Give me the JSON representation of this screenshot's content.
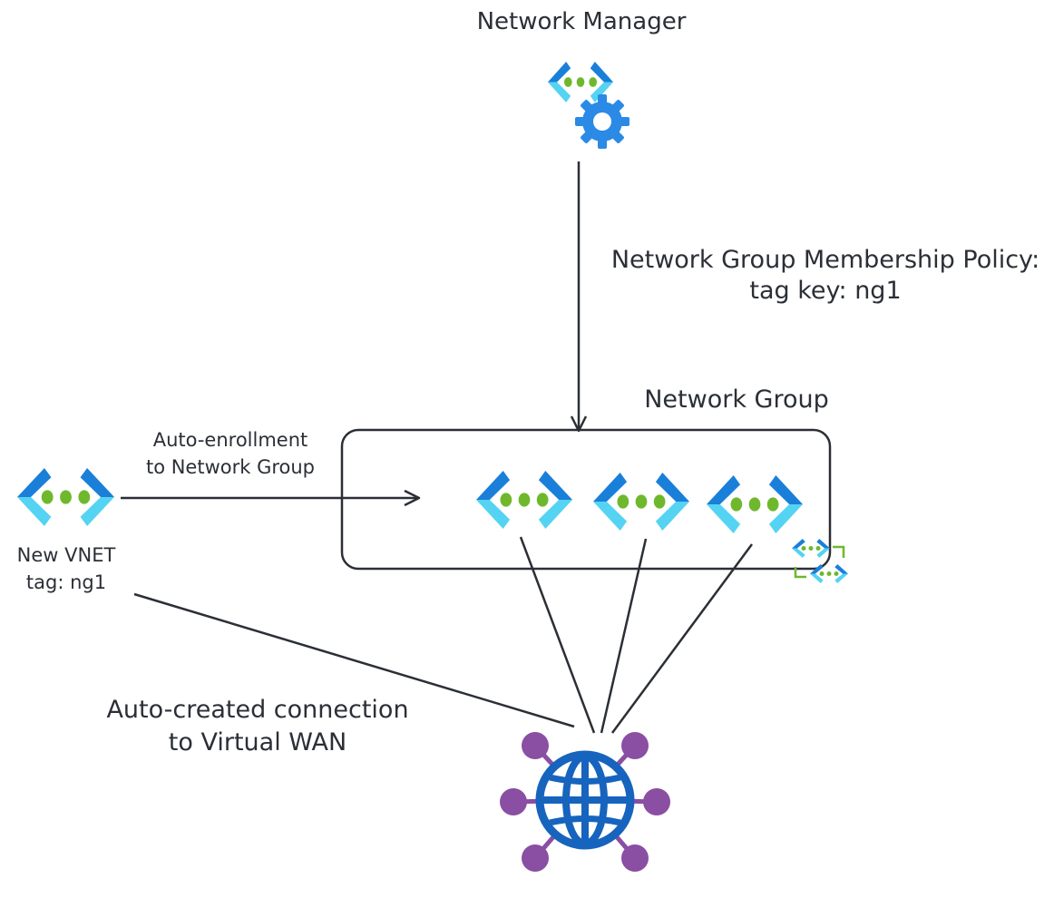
{
  "diagram": {
    "network_manager": {
      "label": "Network Manager",
      "icon": "network-manager-icon"
    },
    "membership_policy": {
      "line1": "Network Group Membership Policy:",
      "line2": "tag key: ng1"
    },
    "network_group": {
      "label": "Network Group",
      "members": [
        {
          "icon": "virtual-network-icon"
        },
        {
          "icon": "virtual-network-icon"
        },
        {
          "icon": "virtual-network-icon"
        }
      ],
      "badge_icon": "network-group-icon"
    },
    "auto_enrollment": {
      "line1": "Auto-enrollment",
      "line2": "to Network Group"
    },
    "new_vnet": {
      "line1": "New VNET",
      "line2": "tag: ng1",
      "icon": "virtual-network-icon"
    },
    "auto_connection": {
      "line1": "Auto-created connection",
      "line2": "to Virtual WAN"
    },
    "virtual_wan": {
      "icon": "virtual-wan-icon"
    },
    "colors": {
      "vnet_dark_blue": "#1a7fd9",
      "vnet_light_blue": "#55d3f2",
      "vnet_green_dot": "#6fb82d",
      "gear_blue": "#2a8ae6",
      "globe_blue": "#1664bd",
      "wan_purple": "#8a4ea3",
      "line_dark": "#2b2f36"
    }
  }
}
